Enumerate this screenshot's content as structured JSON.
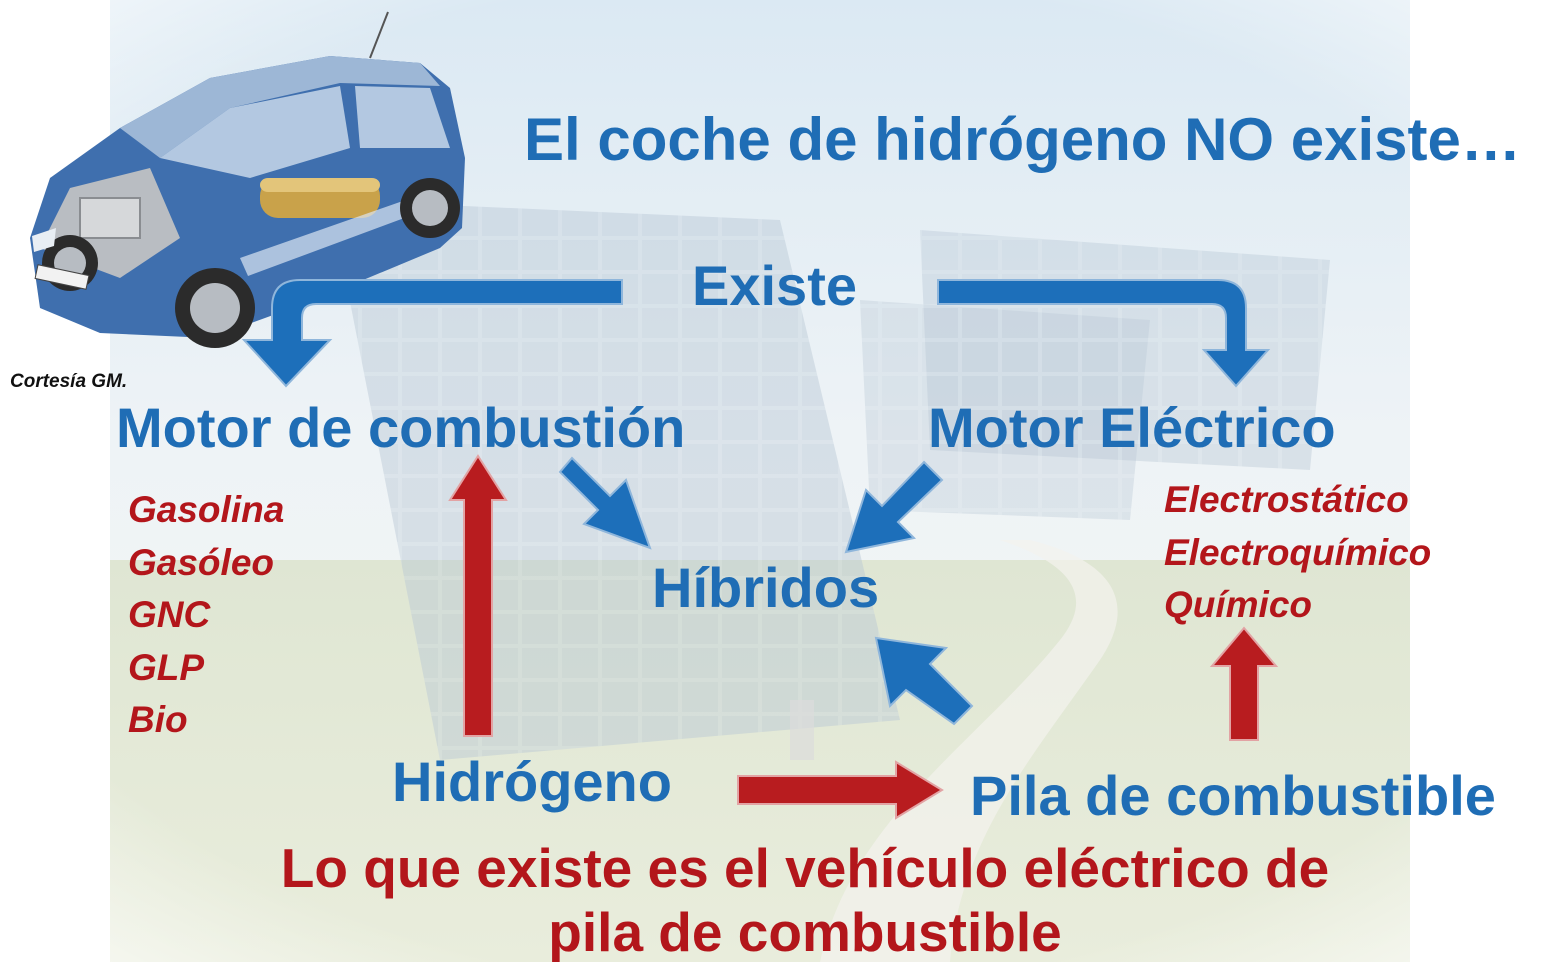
{
  "title": "El coche de hidrógeno NO existe…",
  "credit": "Cortesía GM.",
  "nodes": {
    "existe": "Existe",
    "motor_combustion": "Motor de combustión",
    "motor_electrico": "Motor Eléctrico",
    "hibridos": "Híbridos",
    "hidrogeno": "Hidrógeno",
    "pila": "Pila de combustible"
  },
  "fuels": [
    "Gasolina",
    "Gasóleo",
    "GNC",
    "GLP",
    "Bio"
  ],
  "storage": [
    "Electrostático",
    "Electroquímico",
    "Químico"
  ],
  "conclusion": {
    "line1": "Lo que existe es el vehículo eléctrico de",
    "line2": "pila de combustible"
  },
  "colors": {
    "blue_text": "#1f6db5",
    "red_text": "#b3161b",
    "blue_arrow": "#1d6fba",
    "red_arrow": "#b81c1f"
  },
  "icons": {
    "car": "hydrogen-car-illustration",
    "background": "solar-panel-field"
  }
}
